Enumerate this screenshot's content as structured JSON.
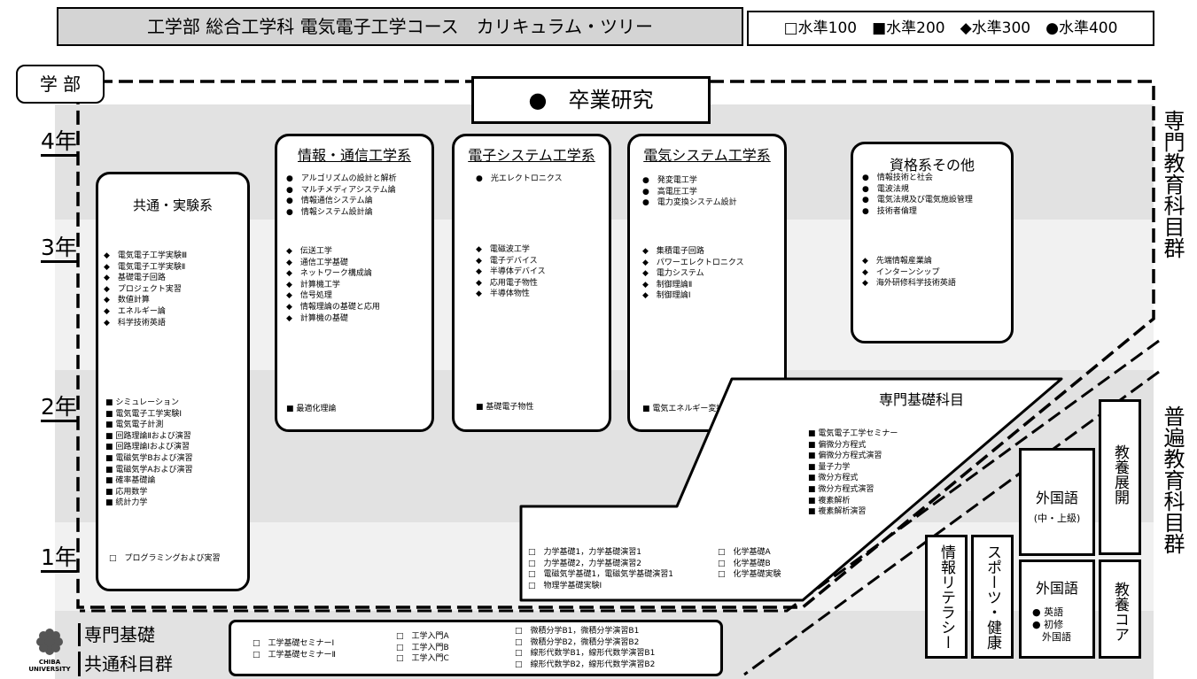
{
  "header": {
    "title": "工学部 総合工学科 電気電子工学コース　カリキュラム・ツリー",
    "legend": "□水準100　■水準200　◆水準300　●水準400"
  },
  "faculty_label": "学 部",
  "years": [
    "4年",
    "3年",
    "2年",
    "1年"
  ],
  "graduation": "●　卒業研究",
  "right_labels": {
    "specialized": "専門教育科目群",
    "general": "普遍教育科目群"
  },
  "common_exp": {
    "title": "共通・実験系",
    "items_3": [
      "◆　電気電子工学実験Ⅲ",
      "◆　電気電子工学実験Ⅱ",
      "◆　基礎電子回路",
      "◆　プロジェクト実習",
      "◆　数値計算",
      "◆　エネルギー論",
      "◆　科学技術英語"
    ],
    "items_2": [
      "■ シミュレーション",
      "■ 電気電子工学実験Ⅰ",
      "■ 電気電子計測",
      "■ 回路理論Ⅱおよび演習",
      "■ 回路理論Ⅰおよび演習",
      "■ 電磁気学Bおよび演習",
      "■ 電磁気学Aおよび演習",
      "■ 確率基礎論",
      "■ 応用数学",
      "■ 統計力学"
    ],
    "items_1": [
      "□　プログラミングおよび実習"
    ]
  },
  "info": {
    "title": "情報・通信工学系",
    "items_4": [
      "●　アルゴリズムの設計と解析",
      "●　マルチメディアシステム論",
      "●　情報通信システム論",
      "●　情報システム設計論"
    ],
    "items_3": [
      "◆　伝送工学",
      "◆　通信工学基礎",
      "◆　ネットワーク構成論",
      "◆　計算機工学",
      "◆　信号処理",
      "◆　情報理論の基礎と応用",
      "◆　計算機の基礎"
    ],
    "items_2": [
      "■ 最適化理論"
    ]
  },
  "electronic": {
    "title": "電子システム工学系",
    "items_4": [
      "●　光エレクトロニクス"
    ],
    "items_3": [
      "◆　電磁波工学",
      "◆　電子デバイス",
      "◆　半導体デバイス",
      "◆　応用電子物性",
      "◆　半導体物性"
    ],
    "items_2": [
      "■ 基礎電子物性"
    ]
  },
  "electric": {
    "title": "電気システム工学系",
    "items_4": [
      "●　発変電工学",
      "●　高電圧工学",
      "●　電力変換システム設計"
    ],
    "items_3": [
      "◆　集積電子回路",
      "◆　パワーエレクトロニクス",
      "◆　電力システム",
      "◆　制御理論Ⅱ",
      "◆　制御理論Ⅰ"
    ],
    "items_2": [
      "■ 電気エネルギー変換機器"
    ]
  },
  "qualify": {
    "title": "資格系その他",
    "items_4": [
      "●　情報技術と社会",
      "●　電波法規",
      "●　電気法規及び電気施設管理",
      "●　技術者倫理"
    ],
    "items_3": [
      "◆　先端情報産業論",
      "◆　インターンシップ",
      "◆　海外研修科学技術英語"
    ]
  },
  "basic": {
    "title": "専門基礎科目",
    "items_2": [
      "■ 電気電子工学セミナー",
      "■ 偏微分方程式",
      "■ 偏微分方程式演習",
      "■ 量子力学",
      "■ 微分方程式",
      "■ 微分方程式演習",
      "■ 複素解析",
      "■ 複素解析演習"
    ],
    "items_1a": [
      "□　力学基礎1，力学基礎演習1",
      "□　力学基礎2，力学基礎演習2",
      "□　電磁気学基礎1，電磁気学基礎演習1",
      "□　物理学基礎実験Ⅰ"
    ],
    "items_1b": [
      "□　化学基礎A",
      "□　化学基礎B",
      "□　化学基礎実験"
    ]
  },
  "general": {
    "info_literacy": "情報リテラシー",
    "sports": "スポーツ・健康",
    "foreign_upper": "外国語",
    "foreign_upper_sub": "(中・上級)",
    "liberal_dev": "教養展開",
    "foreign": "外国語",
    "foreign_items": [
      "● 英語",
      "● 初修",
      "　外国語"
    ],
    "liberal_core": "教養コア"
  },
  "bottom": {
    "label1": "専門基礎",
    "label2": "共通科目群",
    "logo_text": "CHIBA\nUNIVERSITY",
    "col1": [
      "□　工学基礎セミナーⅠ",
      "□　工学基礎セミナーⅡ"
    ],
    "col2": [
      "□　工学入門A",
      "□　工学入門B",
      "□　工学入門C"
    ],
    "col3": [
      "□　微積分学B1，微積分学演習B1",
      "□　微積分学B2，微積分学演習B2",
      "□　線形代数学B1，線形代数学演習B1",
      "□　線形代数学B2，線形代数学演習B2"
    ]
  }
}
